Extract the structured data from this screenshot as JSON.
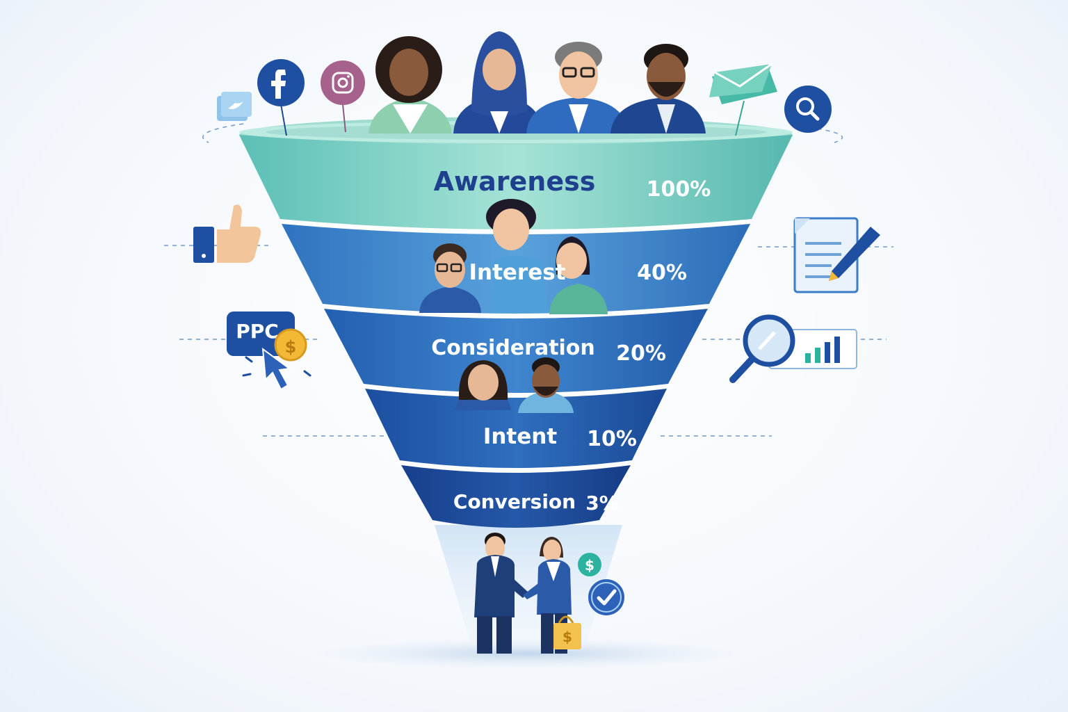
{
  "stages": [
    {
      "name": "Awareness",
      "percent": "100%"
    },
    {
      "name": "Interest",
      "percent": "40%"
    },
    {
      "name": "Consideration",
      "percent": "20%"
    },
    {
      "name": "Intent",
      "percent": "10%"
    },
    {
      "name": "Conversion",
      "percent": "3%"
    }
  ],
  "channels": {
    "ppc_label": "PPC",
    "dollar_symbol": "$"
  },
  "colors": {
    "navy": "#1f3f8f",
    "teal": "#7fd3c4",
    "blue_mid": "#3a7cc8",
    "blue_dark": "#1c4da0",
    "gold": "#f2b836",
    "accent_green": "#2bb3a0"
  },
  "icons": [
    "twitter-icon",
    "facebook-icon",
    "instagram-icon",
    "email-icon",
    "search-icon",
    "thumbs-up-icon",
    "document-edit-icon",
    "ppc-click-icon",
    "analytics-icon",
    "dollar-badge-icon",
    "check-badge-icon",
    "shopping-bag-icon"
  ]
}
